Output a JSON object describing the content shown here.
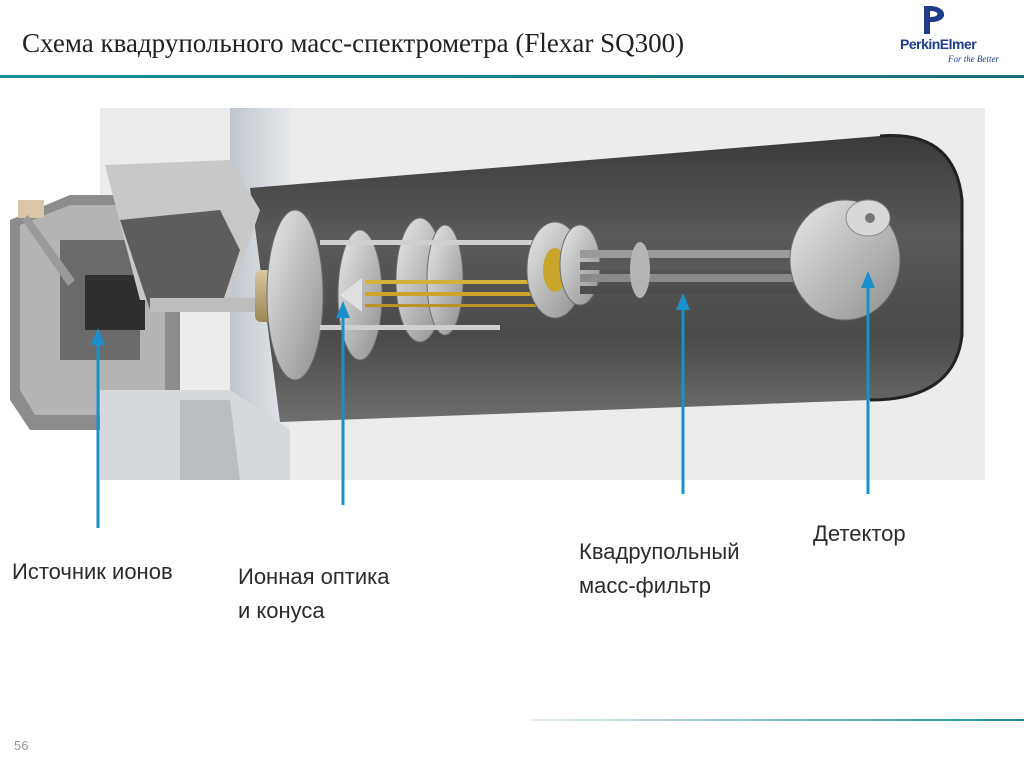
{
  "slide": {
    "title": "Схема квадрупольного масс-спектрометра (Flexar SQ300)",
    "page_number": "56"
  },
  "logo": {
    "brand": "PerkinElmer",
    "tagline": "For the Better"
  },
  "labels": {
    "ion_source": "Источник ионов",
    "ion_optics_line1": "Ионная оптика",
    "ion_optics_line2": "и конуса",
    "quad_line1": "Квадрупольный",
    "quad_line2": "масс-фильтр",
    "detector": "Детектор"
  },
  "colors": {
    "accent": "#1a8f95",
    "arrow": "#1a8fc9",
    "brand": "#1f3c88"
  }
}
